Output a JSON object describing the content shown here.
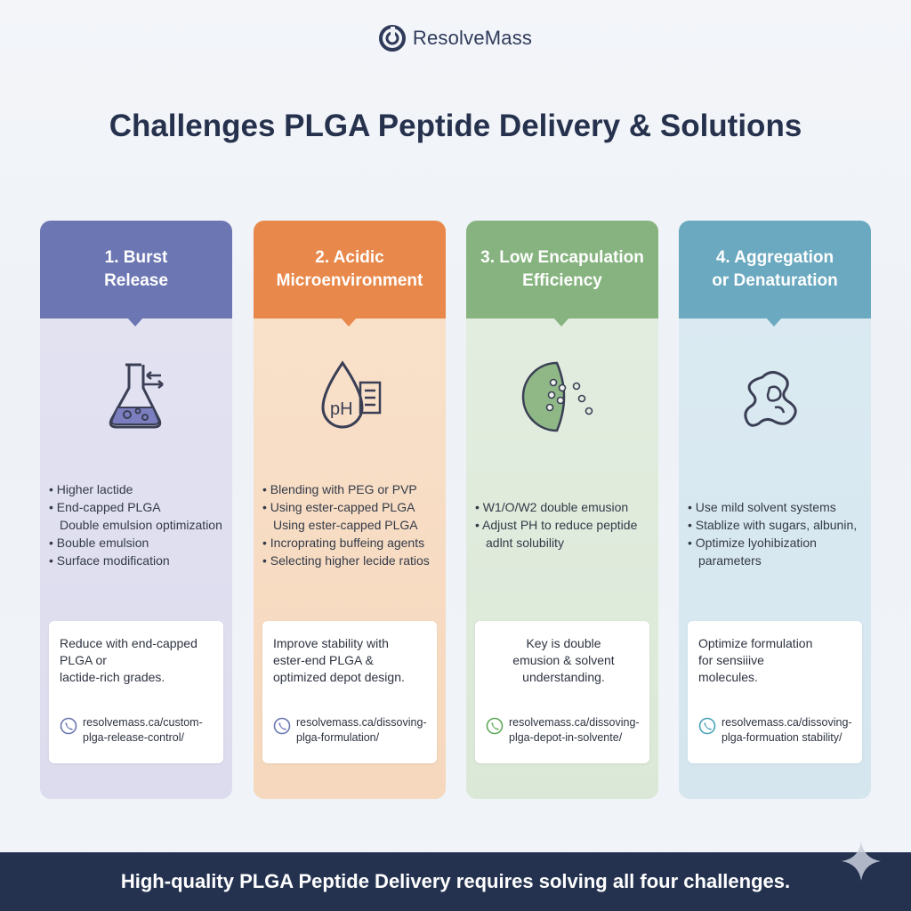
{
  "brand": {
    "name": "ResolveMass"
  },
  "title": "Challenges PLGA Peptide Delivery & Solutions",
  "cards": [
    {
      "heading": "1. Burst Release",
      "heading_line1": "1. Burst",
      "heading_line2": "Release",
      "icon": "flask-icon",
      "color": "#6c76b2",
      "bg": "#dcdcee",
      "bullets": [
        "Higher lactide",
        "End-capped PLGA",
        "Double emulsion optimization",
        "Bouble emulsion",
        "Surface modification"
      ],
      "note_lines": [
        "Reduce with end-capped",
        "PLGA or",
        "lactide-rich grades."
      ],
      "link_line1": "resolvemass.ca/custom-",
      "link_line2": "plga-release-control/"
    },
    {
      "heading_line1": "2. Acidic",
      "heading_line2": "Microenvironment",
      "icon": "ph-drop-icon",
      "color": "#e8884a",
      "bg": "#f7dcc4",
      "bullets": [
        "Blending with PEG or PVP",
        "Using ester-capped PLGA",
        "Using ester-capped PLGA",
        "Incroprating buffeing agents",
        "Selecting higher lecide ratios"
      ],
      "note_lines": [
        "Improve stability with",
        "ester-end PLGA &",
        "optimized depot design."
      ],
      "link_line1": "resolvemass.ca/dissoving-",
      "link_line2": "plga-formulation/"
    },
    {
      "heading_line1": "3. Low Encapulation",
      "heading_line2": "Efficiency",
      "icon": "microsphere-icon",
      "color": "#86b37f",
      "bg": "#dfeadb",
      "bullets": [
        "W1/O/W2 double emusion",
        "Adjust PH to reduce peptide",
        "adlnt solubility"
      ],
      "note_lines": [
        "Key is double",
        "emusion & solvent",
        "understanding."
      ],
      "link_line1": "resolvemass.ca/dissoving-",
      "link_line2": "plga-depot-in-solvente/"
    },
    {
      "heading_line1": "4. Aggregation",
      "heading_line2": "or Denaturation",
      "icon": "protein-icon",
      "color": "#6aa9c0",
      "bg": "#d8e8f0",
      "bullets": [
        "Use mild solvent systems",
        "Stablize with sugars, albunin,",
        "Optimize lyohibization",
        "parameters"
      ],
      "note_lines": [
        "Optimize formulation",
        "for sensiiive",
        "molecules."
      ],
      "link_line1": "resolvemass.ca/dissoving-",
      "link_line2": "plga-formuation stability/"
    }
  ],
  "footer": "High-quality PLGA Peptide Delivery requires solving all four challenges."
}
